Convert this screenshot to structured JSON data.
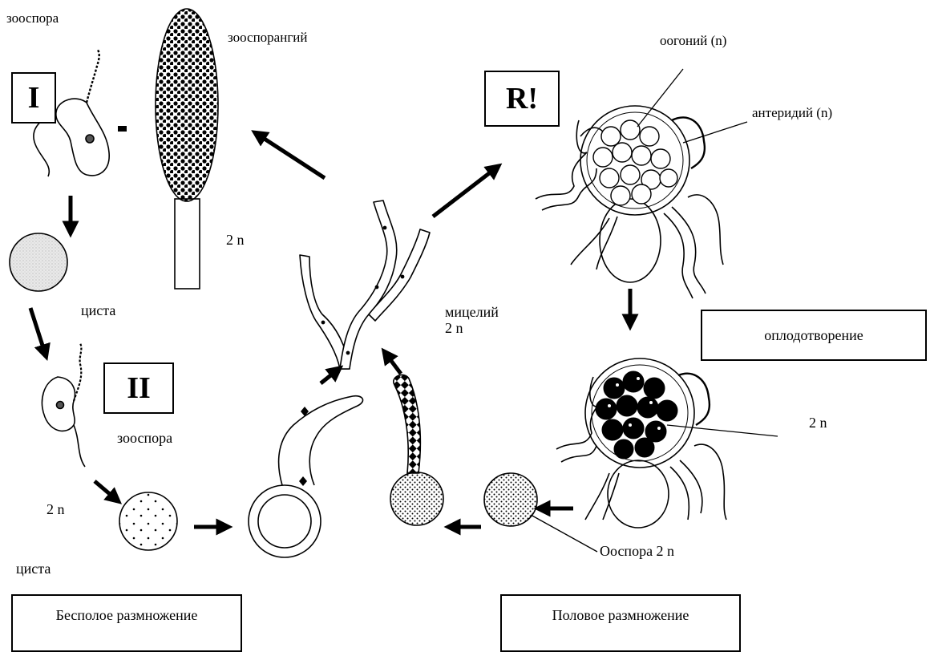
{
  "labels": {
    "zoospore_top": "зооспора",
    "zoosporangium": "зооспорангий",
    "two_n_sporangium": "2 n",
    "cyst_top": "циста",
    "zoospore_mid": "зооспора",
    "two_n_cyst": "2 n",
    "cyst_bottom": "циста",
    "mycelium": "мицелий\n2 n",
    "oogonium": "оогоний (n)",
    "antheridium": "антеридий (n)",
    "two_n_zygote": "2 n",
    "oospore": "Ооспора 2 n"
  },
  "boxes": {
    "roman_one": "I",
    "roman_two": "II",
    "r_mark": "R!",
    "fertilization": "оплодотворение",
    "asexual": "Бесполое размножение",
    "sexual": "Половое размножение"
  }
}
